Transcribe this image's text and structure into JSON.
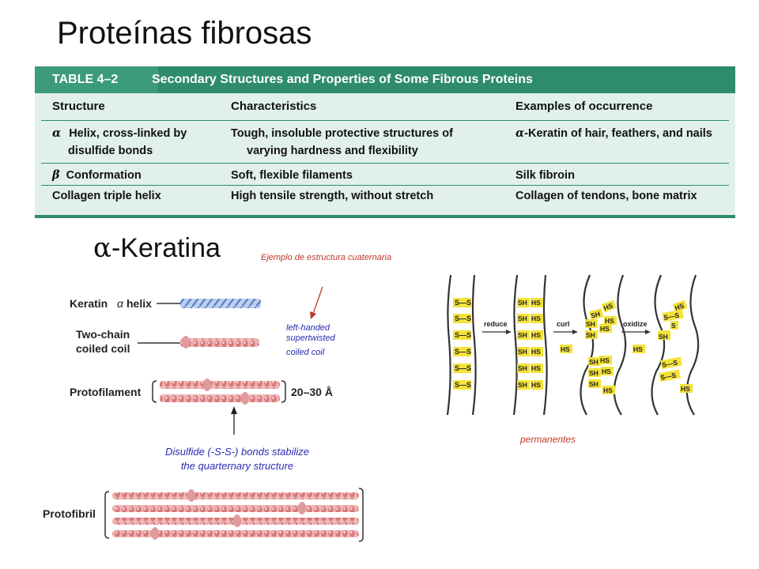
{
  "title": "Proteínas fibrosas",
  "table": {
    "number": "TABLE 4–2",
    "caption": "Secondary Structures and Properties of Some Fibrous Proteins",
    "headers": [
      "Structure",
      "Characteristics",
      "Examples of occurrence"
    ],
    "rows": [
      {
        "structure_symbol": "α",
        "structure_l1": "Helix, cross-linked by",
        "structure_l2": "disulfide bonds",
        "char_l1": "Tough, insoluble protective structures of",
        "char_l2": "varying hardness and flexibility",
        "example_symbol": "α",
        "example": "-Keratin of hair, feathers, and nails"
      },
      {
        "structure_symbol": "β",
        "structure_l1": "Conformation",
        "char_l1": "Soft, flexible filaments",
        "example": "Silk fibroin"
      },
      {
        "structure_l1": "Collagen triple helix",
        "char_l1": "High tensile strength, without stretch",
        "example": "Collagen of tendons, bone matrix"
      }
    ]
  },
  "keratin": {
    "greek": "α",
    "title": "-Keratina",
    "note_quaternary": "Ejemplo de estructura cuaternaria",
    "left_handed": [
      "left-handed",
      "supertwisted",
      "coiled coil"
    ],
    "labels": {
      "helix_prefix": "Keratin",
      "helix_greek": "α",
      "helix_suffix": "helix",
      "two_chain_1": "Two-chain",
      "two_chain_2": "coiled coil",
      "protofilament": "Protofilament",
      "dimension": "20–30 Å",
      "protofibril": "Protofibril"
    },
    "disulfide_note": [
      "Disulfide (-S-S-) bonds stabilize",
      "the quarternary structure"
    ],
    "perm": {
      "label": "permanentes",
      "steps": [
        "reduce",
        "curl",
        "oxidize"
      ],
      "ss": "S—S",
      "sh": "SH",
      "hs": "HS",
      "s": "S"
    }
  },
  "colors": {
    "table_header": "#2e8b6d",
    "table_bg": "#e2f0ea",
    "tag_yellow": "#f3e23a",
    "fiber_pink": "#d9888a",
    "helix_blue": "#8fa6d6"
  }
}
